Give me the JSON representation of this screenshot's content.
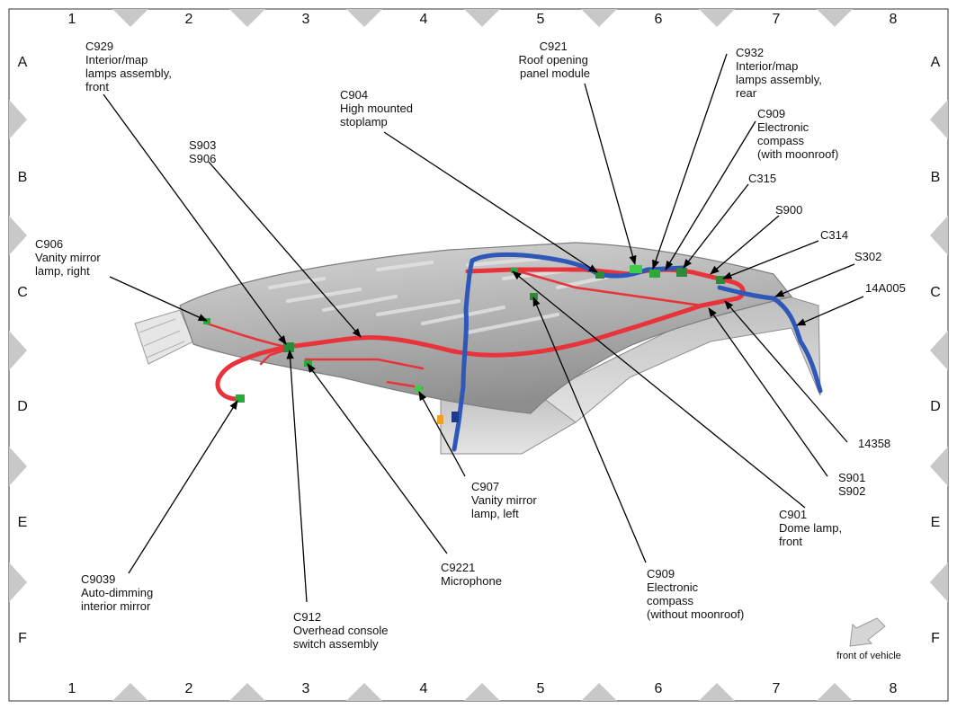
{
  "grid": {
    "columns": [
      "1",
      "2",
      "3",
      "4",
      "5",
      "6",
      "7",
      "8"
    ],
    "rows": [
      "A",
      "B",
      "C",
      "D",
      "E",
      "F"
    ]
  },
  "callouts": {
    "c929": [
      "C929",
      "Interior/map",
      "lamps assembly,",
      "front"
    ],
    "c921": [
      "C921",
      "Roof opening",
      "panel module"
    ],
    "c932": [
      "C932",
      "Interior/map",
      "lamps assembly,",
      "rear"
    ],
    "c904": [
      "C904",
      "High mounted",
      "stoplamp"
    ],
    "c909_moon": [
      "C909",
      "Electronic",
      "compass",
      "(with moonroof)"
    ],
    "s903": [
      "S903",
      "S906"
    ],
    "c315": [
      "C315"
    ],
    "s900": [
      "S900"
    ],
    "c906": [
      "C906",
      "Vanity mirror",
      "lamp, right"
    ],
    "c314": [
      "C314"
    ],
    "s302": [
      "S302"
    ],
    "p14a005": [
      "14A005"
    ],
    "p14358": [
      "14358"
    ],
    "s901": [
      "S901",
      "S902"
    ],
    "c907": [
      "C907",
      "Vanity mirror",
      "lamp, left"
    ],
    "c901": [
      "C901",
      "Dome lamp,",
      "front"
    ],
    "c9039": [
      "C9039",
      "Auto-dimming",
      "interior mirror"
    ],
    "c9221": [
      "C9221",
      "Microphone"
    ],
    "c909_nomoon": [
      "C909",
      "Electronic",
      "compass",
      "(without moonroof)"
    ],
    "c912": [
      "C912",
      "Overhead console",
      "switch assembly"
    ]
  },
  "front_of_vehicle": "front of vehicle",
  "colors": {
    "harness_red": "#e8333a",
    "harness_blue": "#2f57b8",
    "connector_green": "#2ea83a",
    "roof_gray": "#a6a6a6",
    "frame_gray": "#c8c8c8"
  }
}
